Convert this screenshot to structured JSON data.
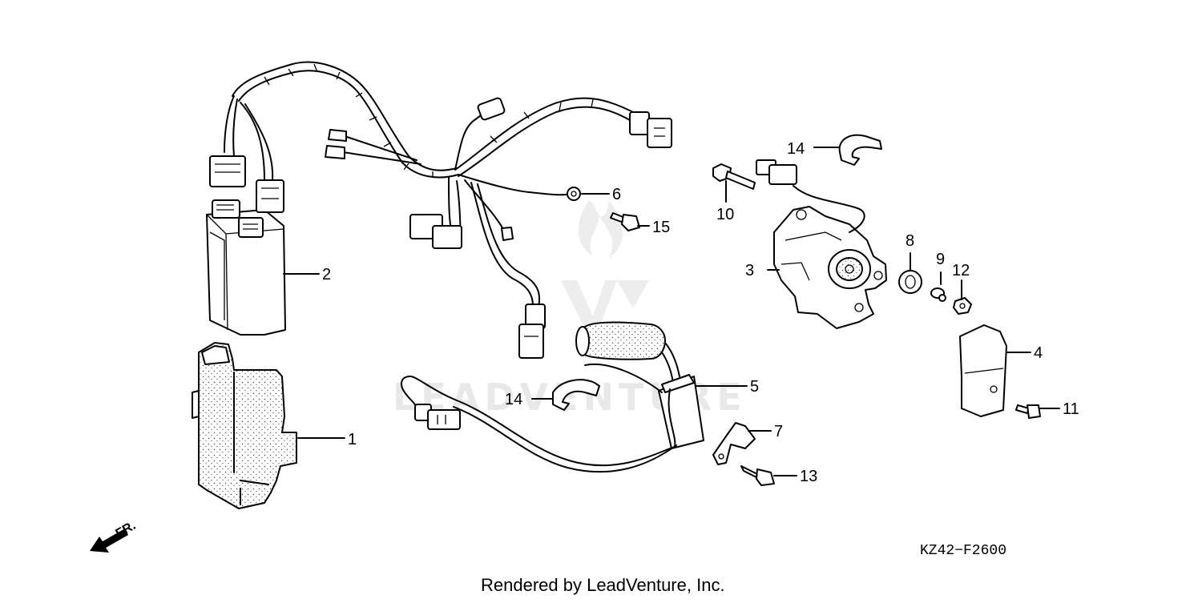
{
  "diagram": {
    "callouts": [
      "1",
      "2",
      "3",
      "4",
      "5",
      "6",
      "7",
      "9",
      "8",
      "10",
      "11",
      "12",
      "13",
      "14",
      "14",
      "15"
    ],
    "fr_label": "FR.",
    "diagram_code": "KZ42−F2600",
    "footer": "Rendered by LeadVenture, Inc.",
    "watermark": "LEADVENTURE"
  }
}
